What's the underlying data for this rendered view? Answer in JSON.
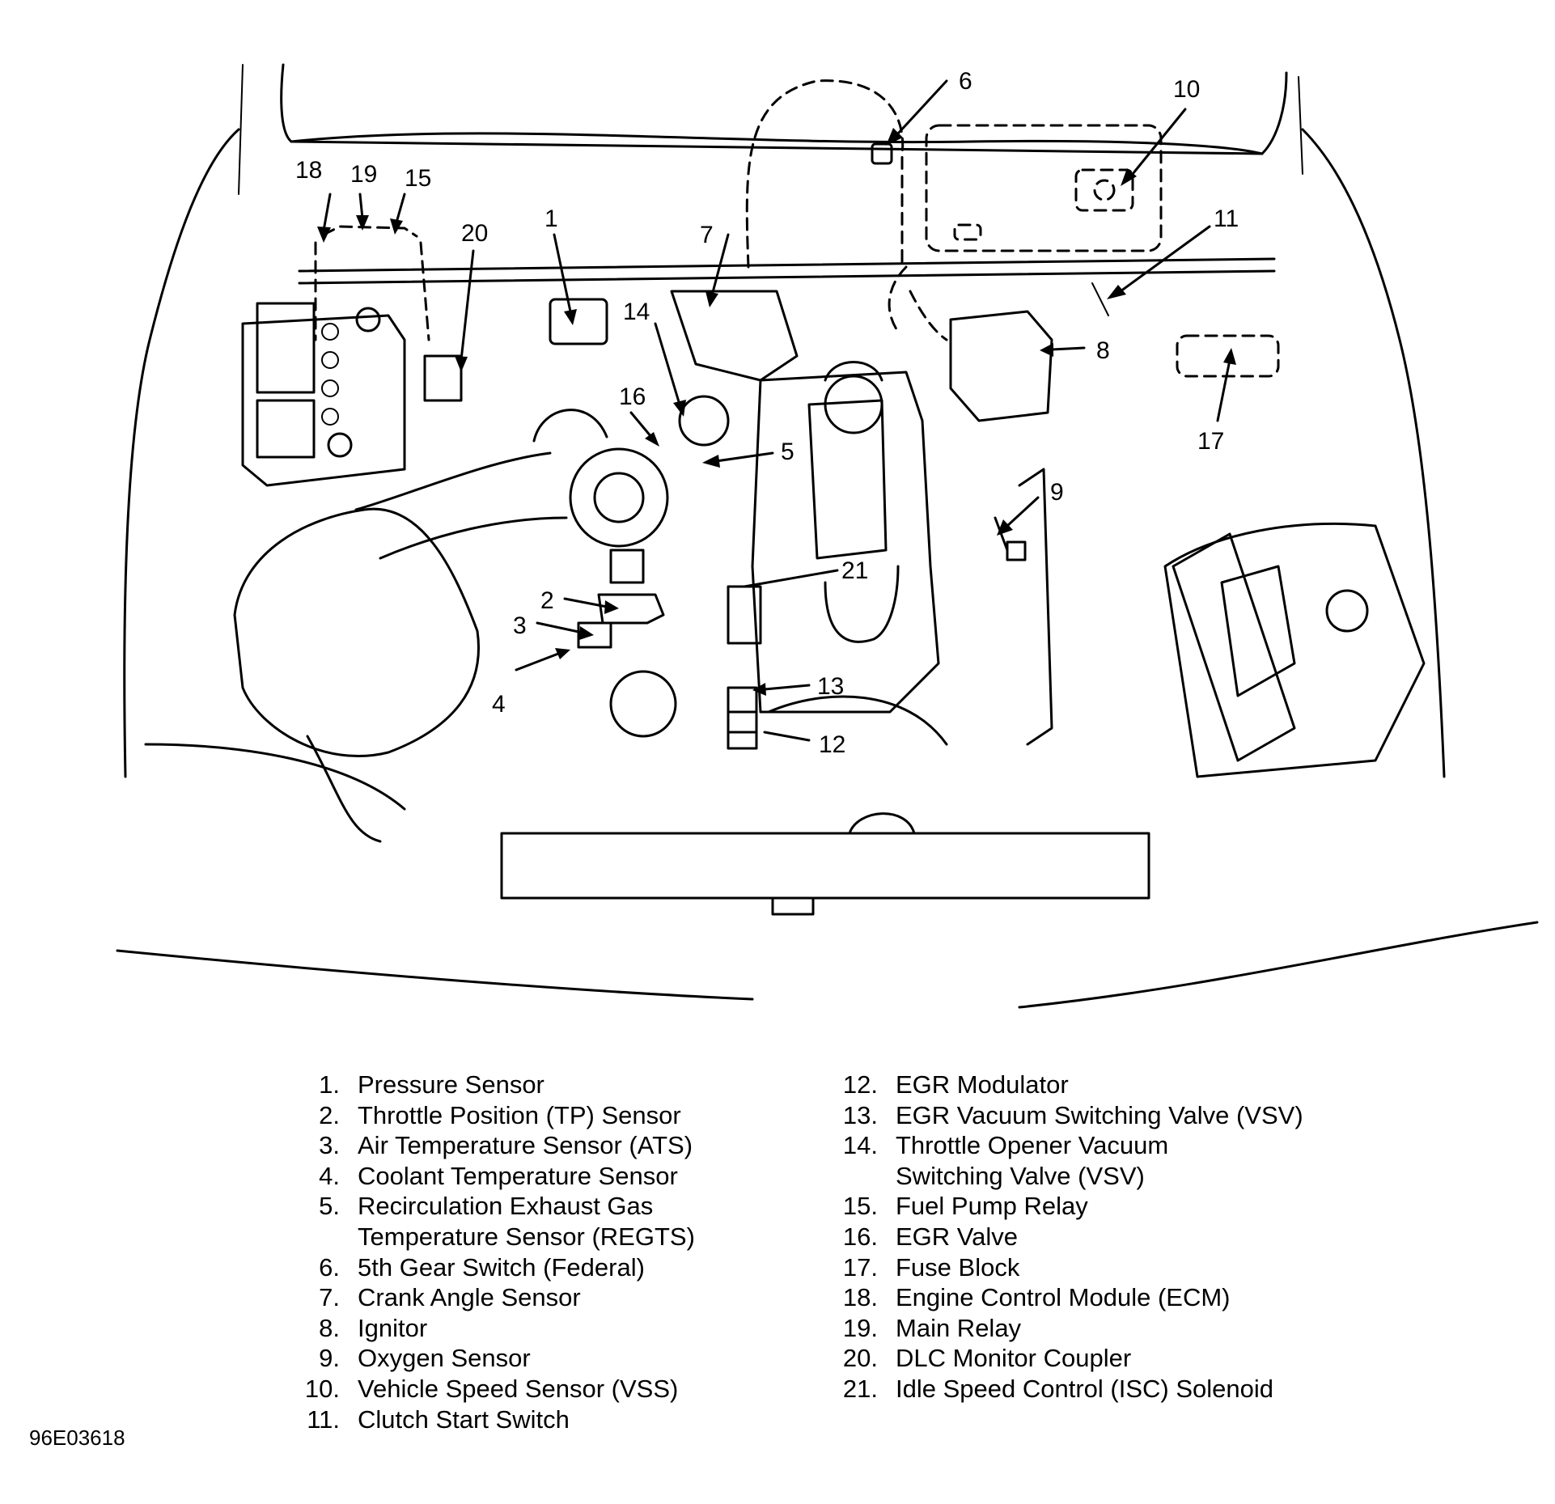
{
  "figure": {
    "id": "96E03618",
    "title": "Engine Compartment Component Locations"
  },
  "callouts": [
    {
      "n": "1",
      "label": "Pressure Sensor"
    },
    {
      "n": "2",
      "label": "Throttle Position (TP) Sensor"
    },
    {
      "n": "3",
      "label": "Air Temperature Sensor (ATS)"
    },
    {
      "n": "4",
      "label": "Coolant Temperature Sensor"
    },
    {
      "n": "5",
      "label": "Recirculation Exhaust Gas Temperature Sensor (REGTS)"
    },
    {
      "n": "6",
      "label": "5th Gear Switch (Federal)"
    },
    {
      "n": "7",
      "label": "Crank Angle Sensor"
    },
    {
      "n": "8",
      "label": "Ignitor"
    },
    {
      "n": "9",
      "label": "Oxygen Sensor"
    },
    {
      "n": "10",
      "label": "Vehicle Speed Sensor (VSS)"
    },
    {
      "n": "11",
      "label": "Clutch Start Switch"
    },
    {
      "n": "12",
      "label": "EGR Modulator"
    },
    {
      "n": "13",
      "label": "EGR Vacuum Switching Valve (VSV)"
    },
    {
      "n": "14",
      "label": "Throttle Opener Vacuum Switching Valve (VSV)"
    },
    {
      "n": "15",
      "label": "Fuel Pump Relay"
    },
    {
      "n": "16",
      "label": "EGR Valve"
    },
    {
      "n": "17",
      "label": "Fuse Block"
    },
    {
      "n": "18",
      "label": "Engine Control Module (ECM)"
    },
    {
      "n": "19",
      "label": "Main Relay"
    },
    {
      "n": "20",
      "label": "DLC Monitor Coupler"
    },
    {
      "n": "21",
      "label": "Idle Speed Control (ISC) Solenoid"
    }
  ],
  "legend": {
    "left": [
      {
        "num": "1.",
        "line1": "Pressure Sensor",
        "line2": ""
      },
      {
        "num": "2.",
        "line1": "Throttle Position (TP) Sensor",
        "line2": ""
      },
      {
        "num": "3.",
        "line1": "Air Temperature Sensor (ATS)",
        "line2": ""
      },
      {
        "num": "4.",
        "line1": "Coolant Temperature Sensor",
        "line2": ""
      },
      {
        "num": "5.",
        "line1": "Recirculation Exhaust Gas",
        "line2": "Temperature Sensor (REGTS)"
      },
      {
        "num": "6.",
        "line1": "5th Gear Switch (Federal)",
        "line2": ""
      },
      {
        "num": "7.",
        "line1": "Crank Angle Sensor",
        "line2": ""
      },
      {
        "num": "8.",
        "line1": "Ignitor",
        "line2": ""
      },
      {
        "num": "9.",
        "line1": "Oxygen Sensor",
        "line2": ""
      },
      {
        "num": "10.",
        "line1": "Vehicle Speed Sensor (VSS)",
        "line2": ""
      },
      {
        "num": "11.",
        "line1": "Clutch Start Switch",
        "line2": ""
      }
    ],
    "right": [
      {
        "num": "12.",
        "line1": "EGR Modulator",
        "line2": ""
      },
      {
        "num": "13.",
        "line1": "EGR Vacuum Switching Valve (VSV)",
        "line2": ""
      },
      {
        "num": "14.",
        "line1": "Throttle Opener Vacuum",
        "line2": "Switching Valve (VSV)"
      },
      {
        "num": "15.",
        "line1": "Fuel Pump Relay",
        "line2": ""
      },
      {
        "num": "16.",
        "line1": "EGR Valve",
        "line2": ""
      },
      {
        "num": "17.",
        "line1": "Fuse Block",
        "line2": ""
      },
      {
        "num": "18.",
        "line1": "Engine Control Module (ECM)",
        "line2": ""
      },
      {
        "num": "19.",
        "line1": "Main Relay",
        "line2": ""
      },
      {
        "num": "20.",
        "line1": "DLC Monitor Coupler",
        "line2": ""
      },
      {
        "num": "21.",
        "line1": "Idle Speed Control (ISC) Solenoid",
        "line2": ""
      }
    ]
  }
}
